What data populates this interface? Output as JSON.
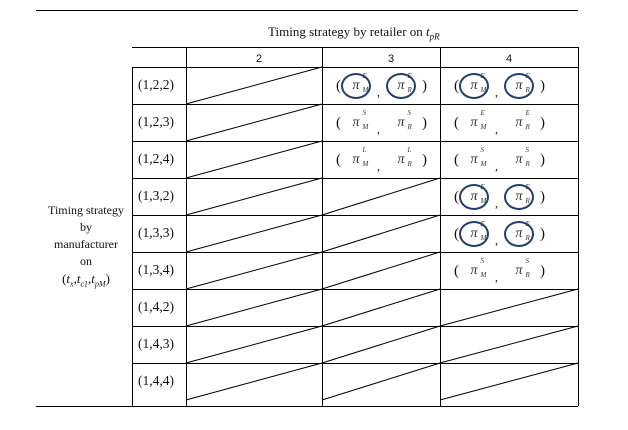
{
  "header": {
    "title": "Timing strategy by retailer on",
    "title_var": "t",
    "title_var_sub": "pR",
    "columns": [
      "2",
      "3",
      "4"
    ]
  },
  "side_label": {
    "line1": "Timing strategy",
    "line2": "by",
    "line3": "manufacturer",
    "line4": "on",
    "tuple": "(tx, tc1, tpM)"
  },
  "rows": [
    {
      "label": "(1,2,2)"
    },
    {
      "label": "(1,2,3)"
    },
    {
      "label": "(1,2,4)"
    },
    {
      "label": "(1,3,2)"
    },
    {
      "label": "(1,3,3)"
    },
    {
      "label": "(1,3,4)"
    },
    {
      "label": "(1,4,2)"
    },
    {
      "label": "(1,4,3)"
    },
    {
      "label": "(1,4,4)"
    }
  ],
  "entries": {
    "r1_c3": {
      "m": "E",
      "r": "E",
      "circled": true
    },
    "r1_c4": {
      "m": "E",
      "r": "E",
      "circled": true
    },
    "r2_c3": {
      "m": "S",
      "r": "S",
      "circled": false
    },
    "r2_c4": {
      "m": "E",
      "r": "E",
      "circled": false
    },
    "r3_c3": {
      "m": "L",
      "r": "L",
      "circled": false
    },
    "r3_c4": {
      "m": "S",
      "r": "S",
      "circled": false
    },
    "r4_c4": {
      "m": "E",
      "r": "E",
      "circled": true
    },
    "r5_c4": {
      "m": "E",
      "r": "E",
      "circled": true
    },
    "r6_c4": {
      "m": "S",
      "r": "S",
      "circled": false
    }
  },
  "symbols": {
    "pi": "π",
    "sub_m": "M",
    "sub_r": "R",
    "comma": ","
  }
}
